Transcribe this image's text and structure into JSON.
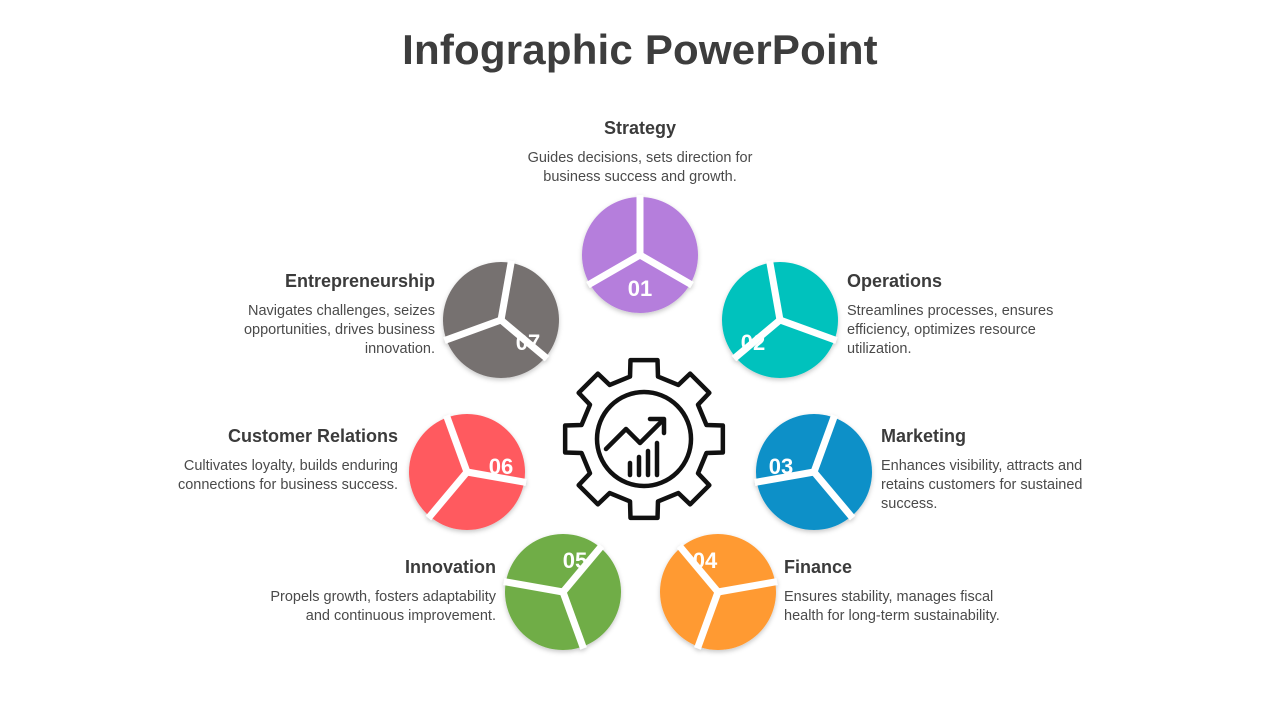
{
  "title": "Infographic PowerPoint",
  "center_icon": "gear-with-growth-chart-icon",
  "items": [
    {
      "number": "01",
      "heading": "Strategy",
      "text": "Guides decisions, sets direction for business success and growth.",
      "color": "#B57EDC"
    },
    {
      "number": "02",
      "heading": "Operations",
      "text": "Streamlines processes, ensures efficiency, optimizes resource utilization.",
      "color": "#00C2BD"
    },
    {
      "number": "03",
      "heading": "Marketing",
      "text": "Enhances visibility, attracts and retains customers for sustained success.",
      "color": "#0A90C8"
    },
    {
      "number": "04",
      "heading": "Finance",
      "text": "Ensures stability, manages fiscal health for long-term sustainability.",
      "color": "#FF9A33"
    },
    {
      "number": "05",
      "heading": "Innovation",
      "text": "Propels growth, fosters adaptability and continuous improvement.",
      "color": "#6FAD46"
    },
    {
      "number": "06",
      "heading": "Customer Relations",
      "text": "Cultivates loyalty, builds enduring connections for business success.",
      "color": "#FF5A5F"
    },
    {
      "number": "07",
      "heading": "Entrepreneurship",
      "text": "Navigates challenges, seizes opportunities, drives business innovation.",
      "color": "#767170"
    }
  ]
}
